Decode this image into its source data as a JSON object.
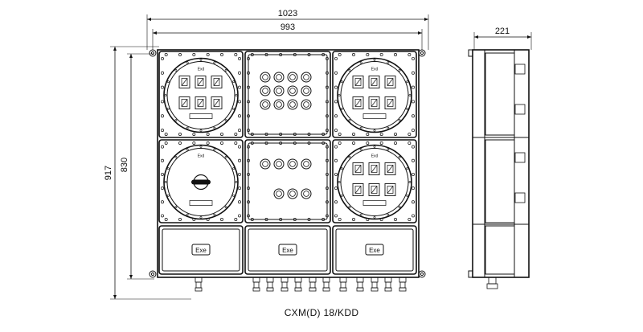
{
  "caption": "CXM(D) 18/KDD",
  "dimensions": {
    "overall_width": "1023",
    "inner_width": "993",
    "overall_height": "917",
    "inner_height": "830",
    "depth": "221"
  },
  "labels": {
    "exd": "Exd",
    "exe": "Exe"
  }
}
